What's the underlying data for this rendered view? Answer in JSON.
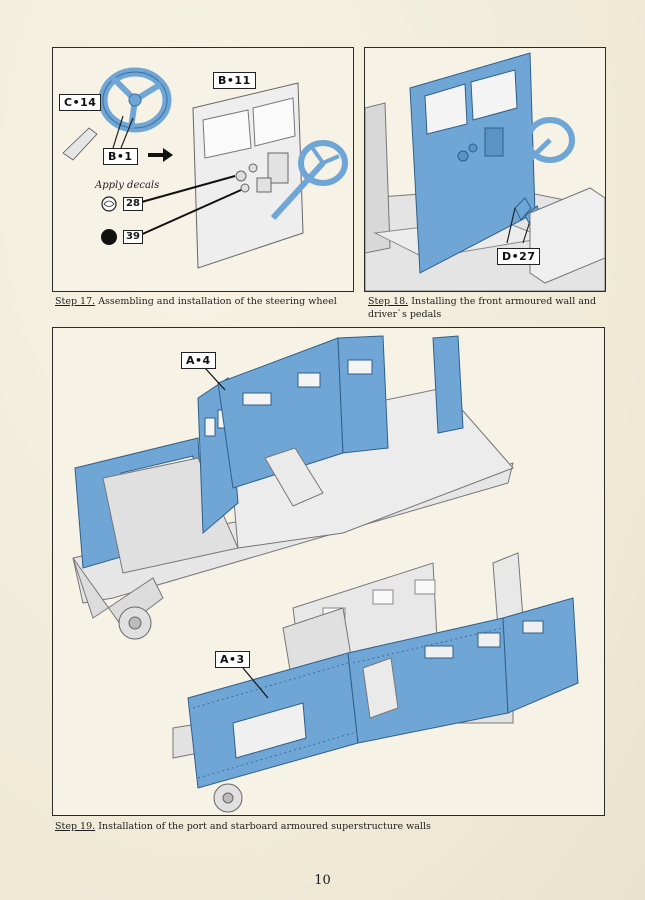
{
  "steps": [
    {
      "number": "Step 17.",
      "text": " Assembling and installation of the steering wheel"
    },
    {
      "number": "Step 18.",
      "text": " Installing the front armoured wall and driver`s pedals"
    },
    {
      "number": "Step 19.",
      "text": " Installation of the port and starboard armoured superstructure walls"
    }
  ],
  "part_labels": {
    "c14": "C•14",
    "b11": "B•11",
    "b1": "B•1",
    "d27": "D•27",
    "a4": "A•4",
    "a3": "A•3"
  },
  "decals": {
    "title": "Apply decals",
    "first": "28",
    "second": "39"
  },
  "page_number": "10",
  "colors": {
    "part_blue": "#6fa6d6",
    "part_grey": "#dcdcdc",
    "paper": "#f3eedd"
  }
}
